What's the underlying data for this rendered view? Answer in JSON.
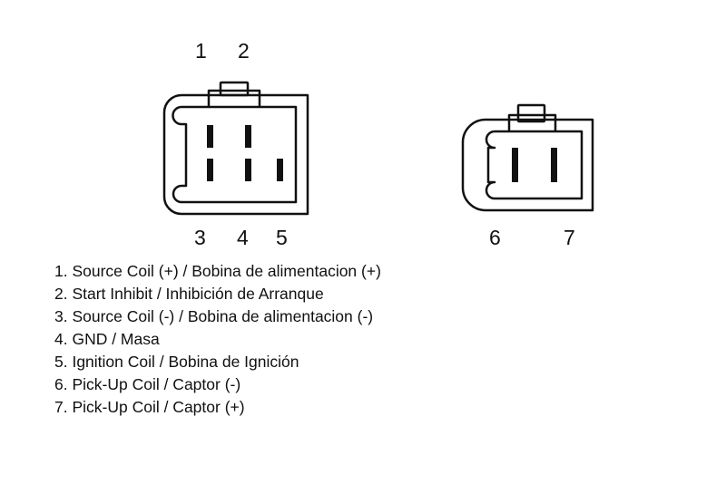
{
  "colors": {
    "line": "#111111",
    "background": "#ffffff"
  },
  "connector_left": {
    "top_labels": [
      "1",
      "2"
    ],
    "bottom_labels": [
      "3",
      "4",
      "5"
    ]
  },
  "connector_right": {
    "bottom_labels": [
      "6",
      "7"
    ]
  },
  "legend": [
    "1. Source Coil (+) / Bobina de alimentacion (+)",
    "2. Start Inhibit / Inhibición de Arranque",
    "3. Source Coil (-) / Bobina de alimentacion (-)",
    "4. GND / Masa",
    "5. Ignition Coil / Bobina de Ignición",
    "6. Pick-Up Coil / Captor (-)",
    "7. Pick-Up Coil / Captor (+)"
  ]
}
